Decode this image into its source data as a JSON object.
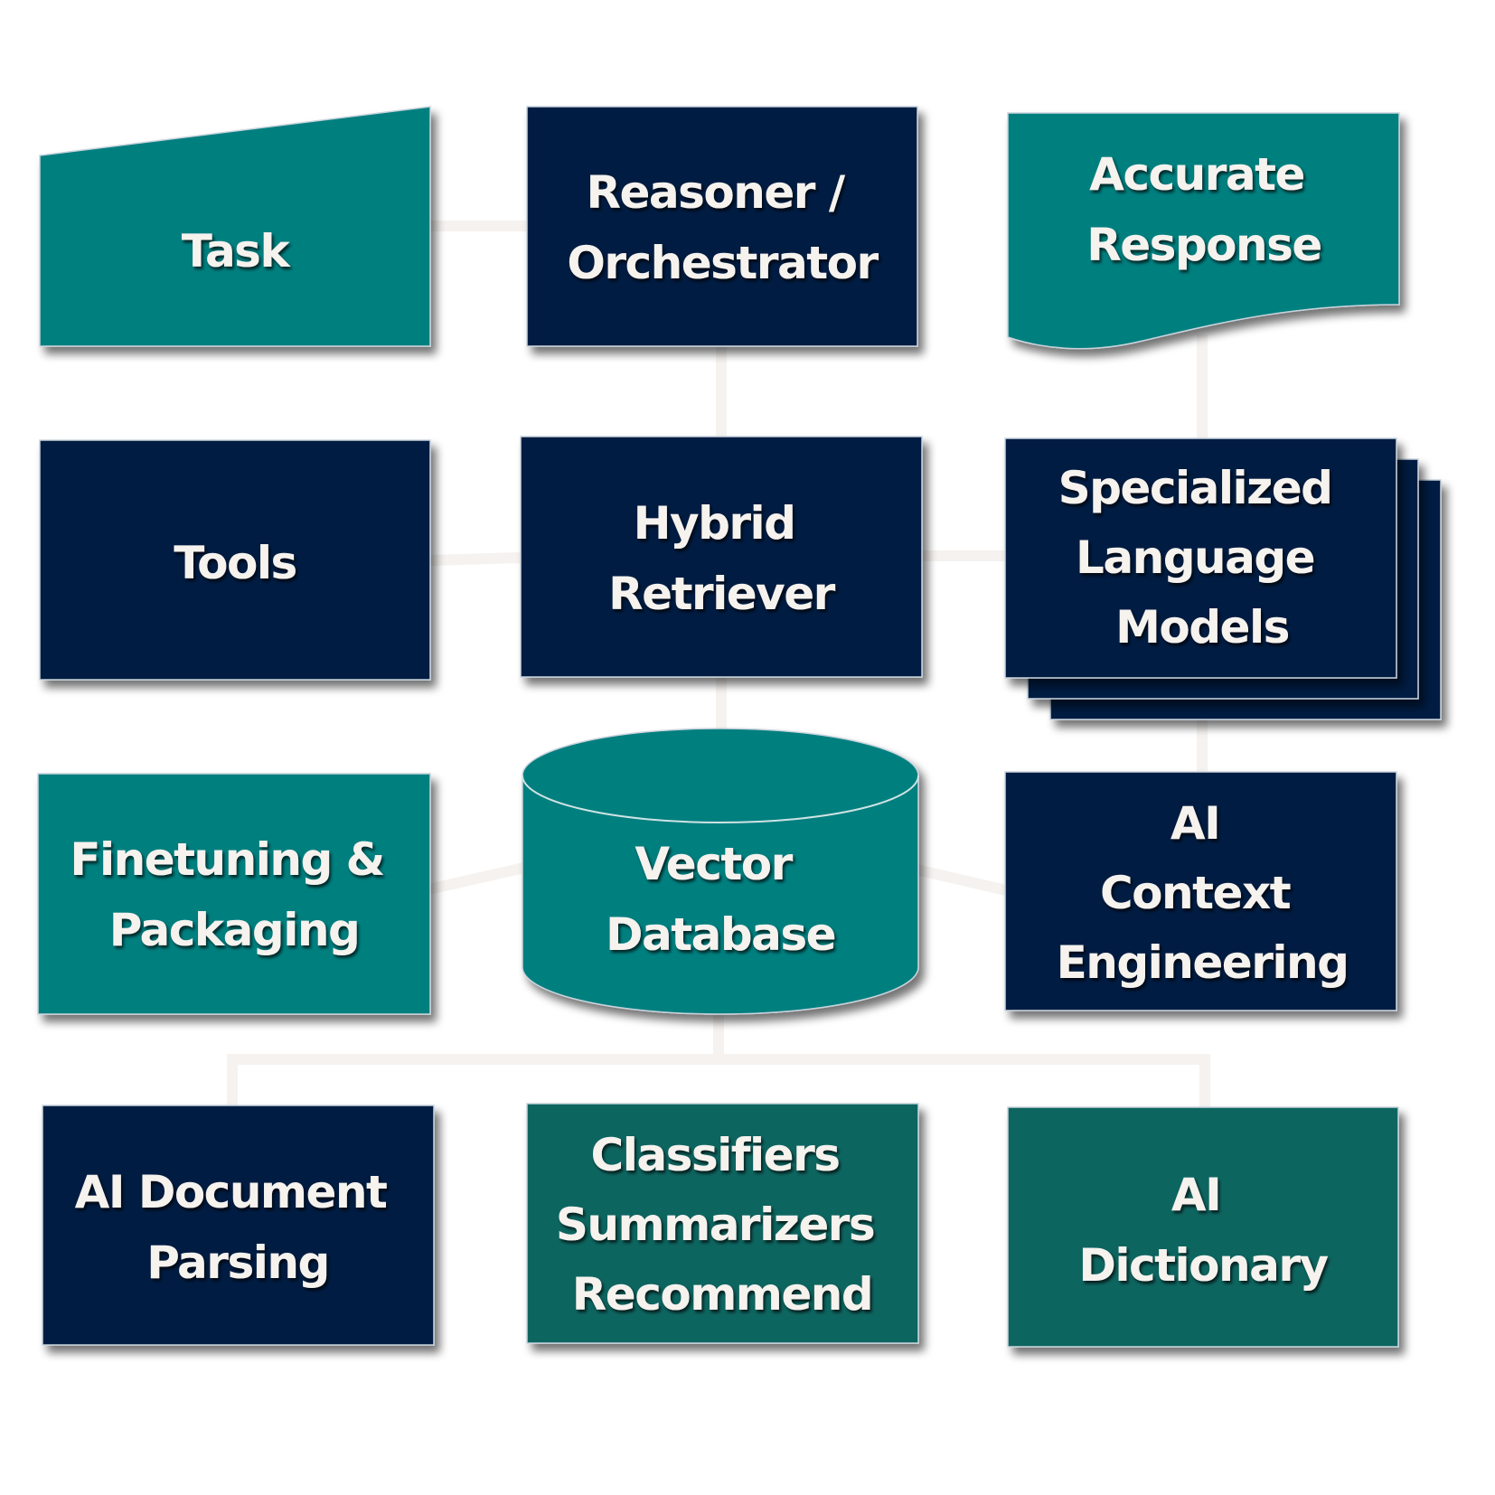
{
  "colors": {
    "navy": "#001E42",
    "teal": "#007F7F",
    "dark_teal": "#0F6561",
    "connector": "#F5F2EF",
    "text": "#F6F2EE",
    "background": "#FFFFFF"
  },
  "nodes": {
    "task": {
      "lines": [
        "Task"
      ],
      "shape": "manual-input",
      "color": "teal"
    },
    "reasoner": {
      "lines": [
        "Reasoner /",
        "Orchestrator"
      ],
      "shape": "rectangle",
      "color": "navy"
    },
    "response": {
      "lines": [
        "Accurate",
        "Response"
      ],
      "shape": "document",
      "color": "teal"
    },
    "tools": {
      "lines": [
        "Tools"
      ],
      "shape": "rectangle",
      "color": "navy"
    },
    "retriever": {
      "lines": [
        "Hybrid",
        "Retriever"
      ],
      "shape": "rectangle",
      "color": "navy"
    },
    "slm": {
      "lines": [
        "Specialized",
        "Language",
        "Models"
      ],
      "shape": "multi-document",
      "color": "navy"
    },
    "finetuning": {
      "lines": [
        "Finetuning &",
        "Packaging"
      ],
      "shape": "rectangle",
      "color": "teal"
    },
    "vectordb": {
      "lines": [
        "Vector",
        "Database"
      ],
      "shape": "cylinder",
      "color": "teal"
    },
    "context": {
      "lines": [
        "AI",
        "Context",
        "Engineering"
      ],
      "shape": "rectangle",
      "color": "navy"
    },
    "docparsing": {
      "lines": [
        "AI Document",
        "Parsing"
      ],
      "shape": "rectangle",
      "color": "navy"
    },
    "classifiers": {
      "lines": [
        "Classifiers",
        "Summarizers",
        "Recommend"
      ],
      "shape": "rectangle",
      "color": "dark_teal"
    },
    "dictionary": {
      "lines": [
        "AI",
        "Dictionary"
      ],
      "shape": "rectangle",
      "color": "dark_teal"
    }
  },
  "edges": [
    {
      "from": "task",
      "to": "reasoner"
    },
    {
      "from": "reasoner",
      "to": "retriever"
    },
    {
      "from": "response",
      "to": "slm"
    },
    {
      "from": "tools",
      "to": "retriever"
    },
    {
      "from": "retriever",
      "to": "slm"
    },
    {
      "from": "retriever",
      "to": "vectordb"
    },
    {
      "from": "slm",
      "to": "context"
    },
    {
      "from": "finetuning",
      "to": "vectordb"
    },
    {
      "from": "vectordb",
      "to": "context"
    },
    {
      "from": "vectordb",
      "to": "docparsing"
    },
    {
      "from": "vectordb",
      "to": "dictionary"
    }
  ]
}
